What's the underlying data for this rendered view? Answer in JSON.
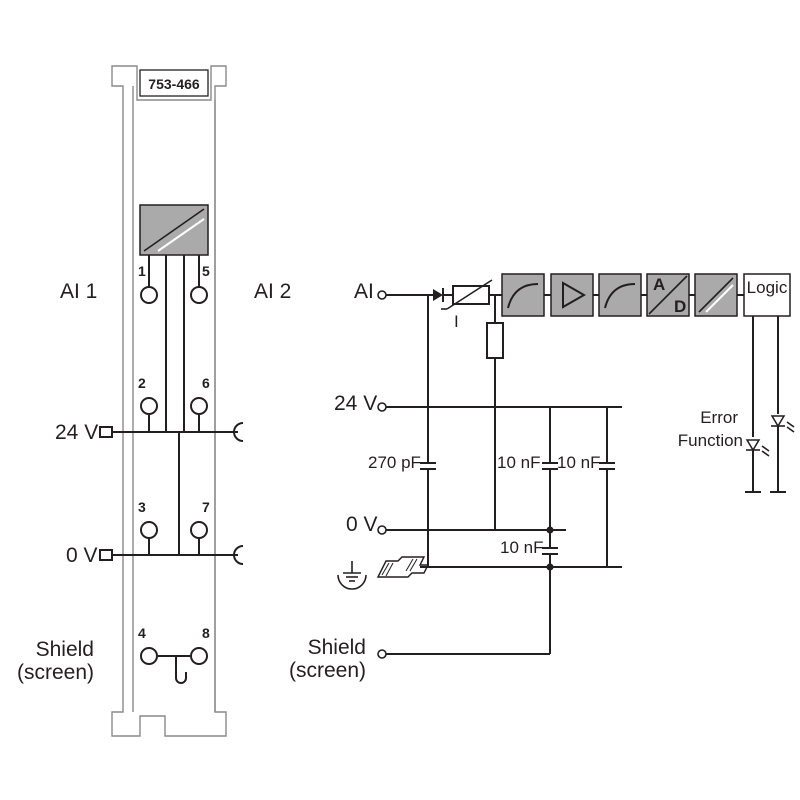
{
  "module": {
    "part_number": "753-466",
    "channel_left": "AI 1",
    "channel_right": "AI 2",
    "rail_24v": "24 V",
    "rail_0v": "0 V",
    "shield_line1": "Shield",
    "shield_line2": "(screen)",
    "terminals": [
      "1",
      "2",
      "3",
      "4",
      "5",
      "6",
      "7",
      "8"
    ]
  },
  "schematic": {
    "input_label": "AI",
    "current_symbol": "I",
    "rail_24v": "24 V",
    "rail_0v": "0 V",
    "cap_270pf": "270 pF",
    "cap_10nf_a": "10 nF",
    "cap_10nf_b": "10 nF",
    "cap_10nf_c": "10 nF",
    "adc_a": "A",
    "adc_d": "D",
    "logic": "Logic",
    "error_line1": "Error",
    "error_line2": "Function",
    "shield_line1": "Shield",
    "shield_line2": "(screen)"
  },
  "colors": {
    "line": "#231f20",
    "block_fill": "#aaaaaa",
    "housing": "#8a8a8a"
  }
}
